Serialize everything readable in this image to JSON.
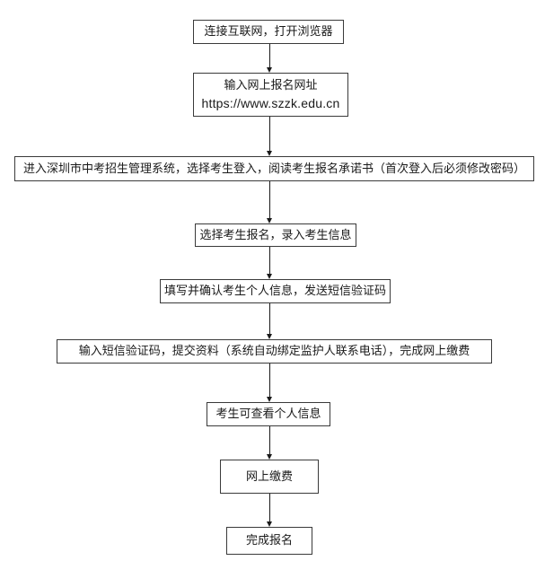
{
  "flow": {
    "steps": [
      {
        "label": "连接互联网，打开浏览器"
      },
      {
        "line1": "输入网上报名网址",
        "line2": "https://www.szzk.edu.cn"
      },
      {
        "label": "进入深圳市中考招生管理系统，选择考生登入，阅读考生报名承诺书（首次登入后必须修改密码）"
      },
      {
        "label": "选择考生报名，录入考生信息"
      },
      {
        "label": "填写并确认考生个人信息，发送短信验证码"
      },
      {
        "label": "输入短信验证码，提交资料（系统自动绑定监护人联系电话），完成网上缴费"
      },
      {
        "label": "考生可查看个人信息"
      },
      {
        "label": "网上缴费"
      },
      {
        "label": "完成报名"
      }
    ]
  },
  "colors": {
    "background": "#ffffff",
    "box_border": "#3a3a3a",
    "text": "#1a1a1a",
    "arrow": "#1a1a1a"
  }
}
